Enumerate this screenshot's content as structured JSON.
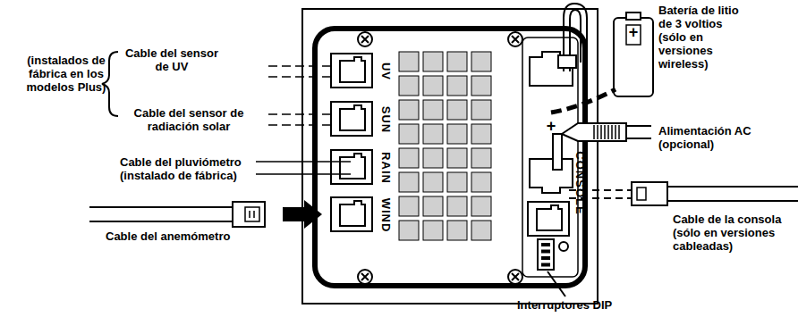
{
  "diagram": {
    "labels": [
      "(instalados de fábrica en los modelos Plus)",
      "Cable del sensor de UV",
      "Cable del sensor de radiación solar",
      "Cable del pluviómetro (instalado de fábrica)",
      "Cable del anemómetro",
      "UV",
      "SUN",
      "RAIN",
      "WIND",
      "CONSOLE",
      "+",
      "+",
      "Batería de litio de 3 voltios (sólo en versiones wireless)",
      "Alimentación AC (opcional)",
      "Cable de la consola (sólo en versiones cableadas)",
      "Interruptores DIP"
    ]
  }
}
